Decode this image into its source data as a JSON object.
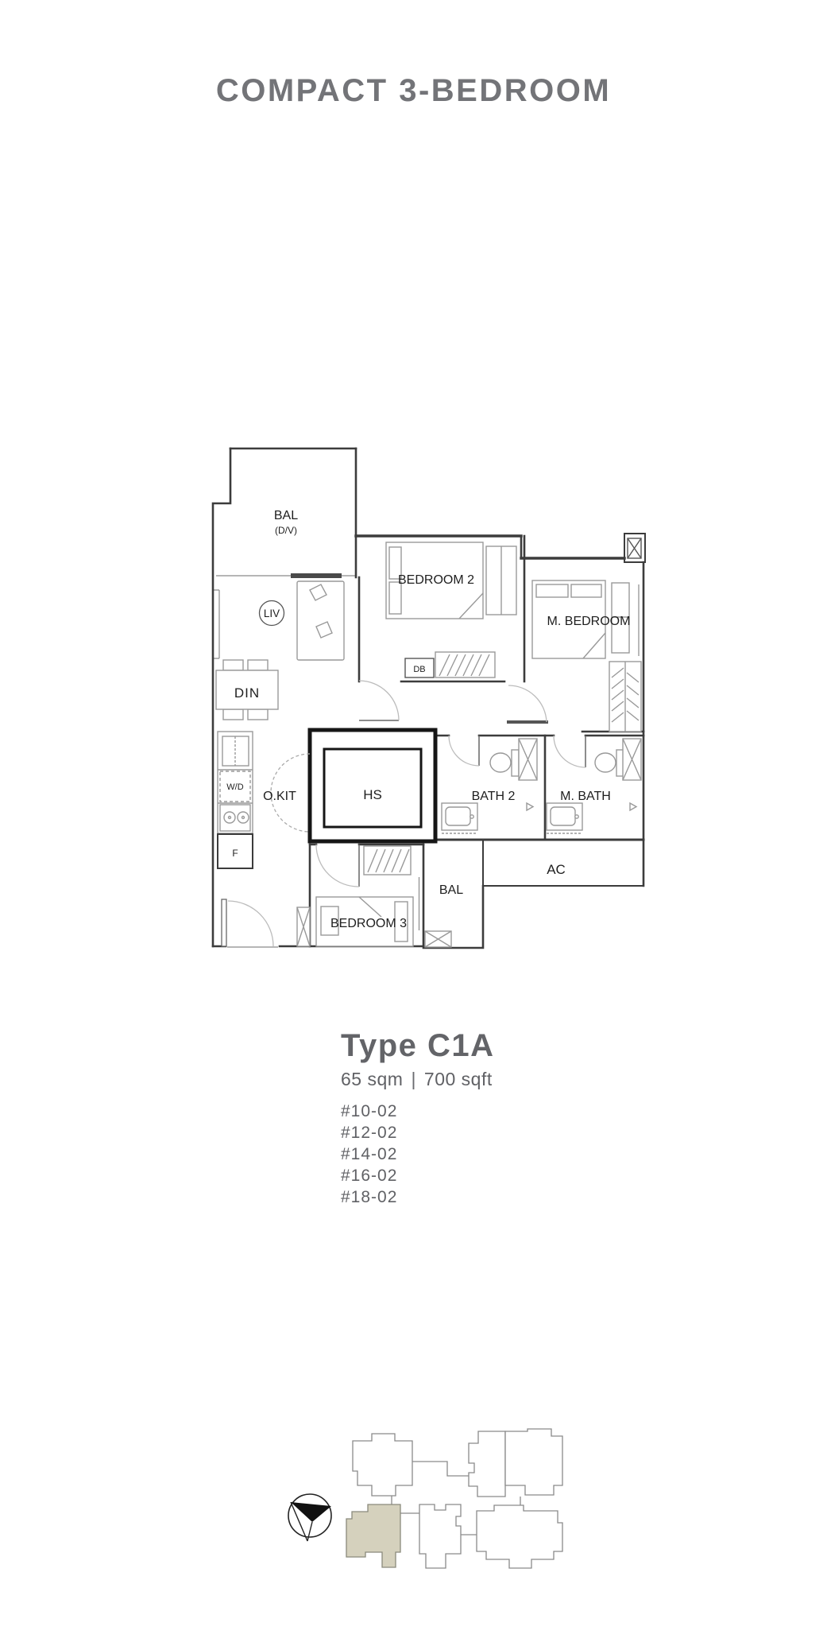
{
  "title": "COMPACT 3-BEDROOM",
  "floor_plan": {
    "labels": {
      "bal_top": "BAL",
      "bal_top_sub": "(D/V)",
      "liv": "LIV",
      "bedroom2": "BEDROOM 2",
      "m_bedroom": "M. BEDROOM",
      "din": "DIN",
      "db": "DB",
      "wd": "W/D",
      "okit": "O.KIT",
      "hs": "HS",
      "bath2": "BATH 2",
      "m_bath": "M. BATH",
      "f": "F",
      "ac": "AC",
      "bal_bottom": "BAL",
      "bedroom3": "BEDROOM 3"
    }
  },
  "unit_info": {
    "type": "Type C1A",
    "area_sqm": "65 sqm",
    "separator": "|",
    "area_sqft": "700 sqft",
    "unit_numbers": [
      "#10-02",
      "#12-02",
      "#14-02",
      "#16-02",
      "#18-02"
    ]
  },
  "key_plan": {
    "highlight_color": "#d5d1bd"
  },
  "colors": {
    "heading": "#737478",
    "body_text": "#606165",
    "wall_line": "#3c3c3c",
    "furniture_line": "#999999",
    "arc_line": "#bcbcbc"
  }
}
